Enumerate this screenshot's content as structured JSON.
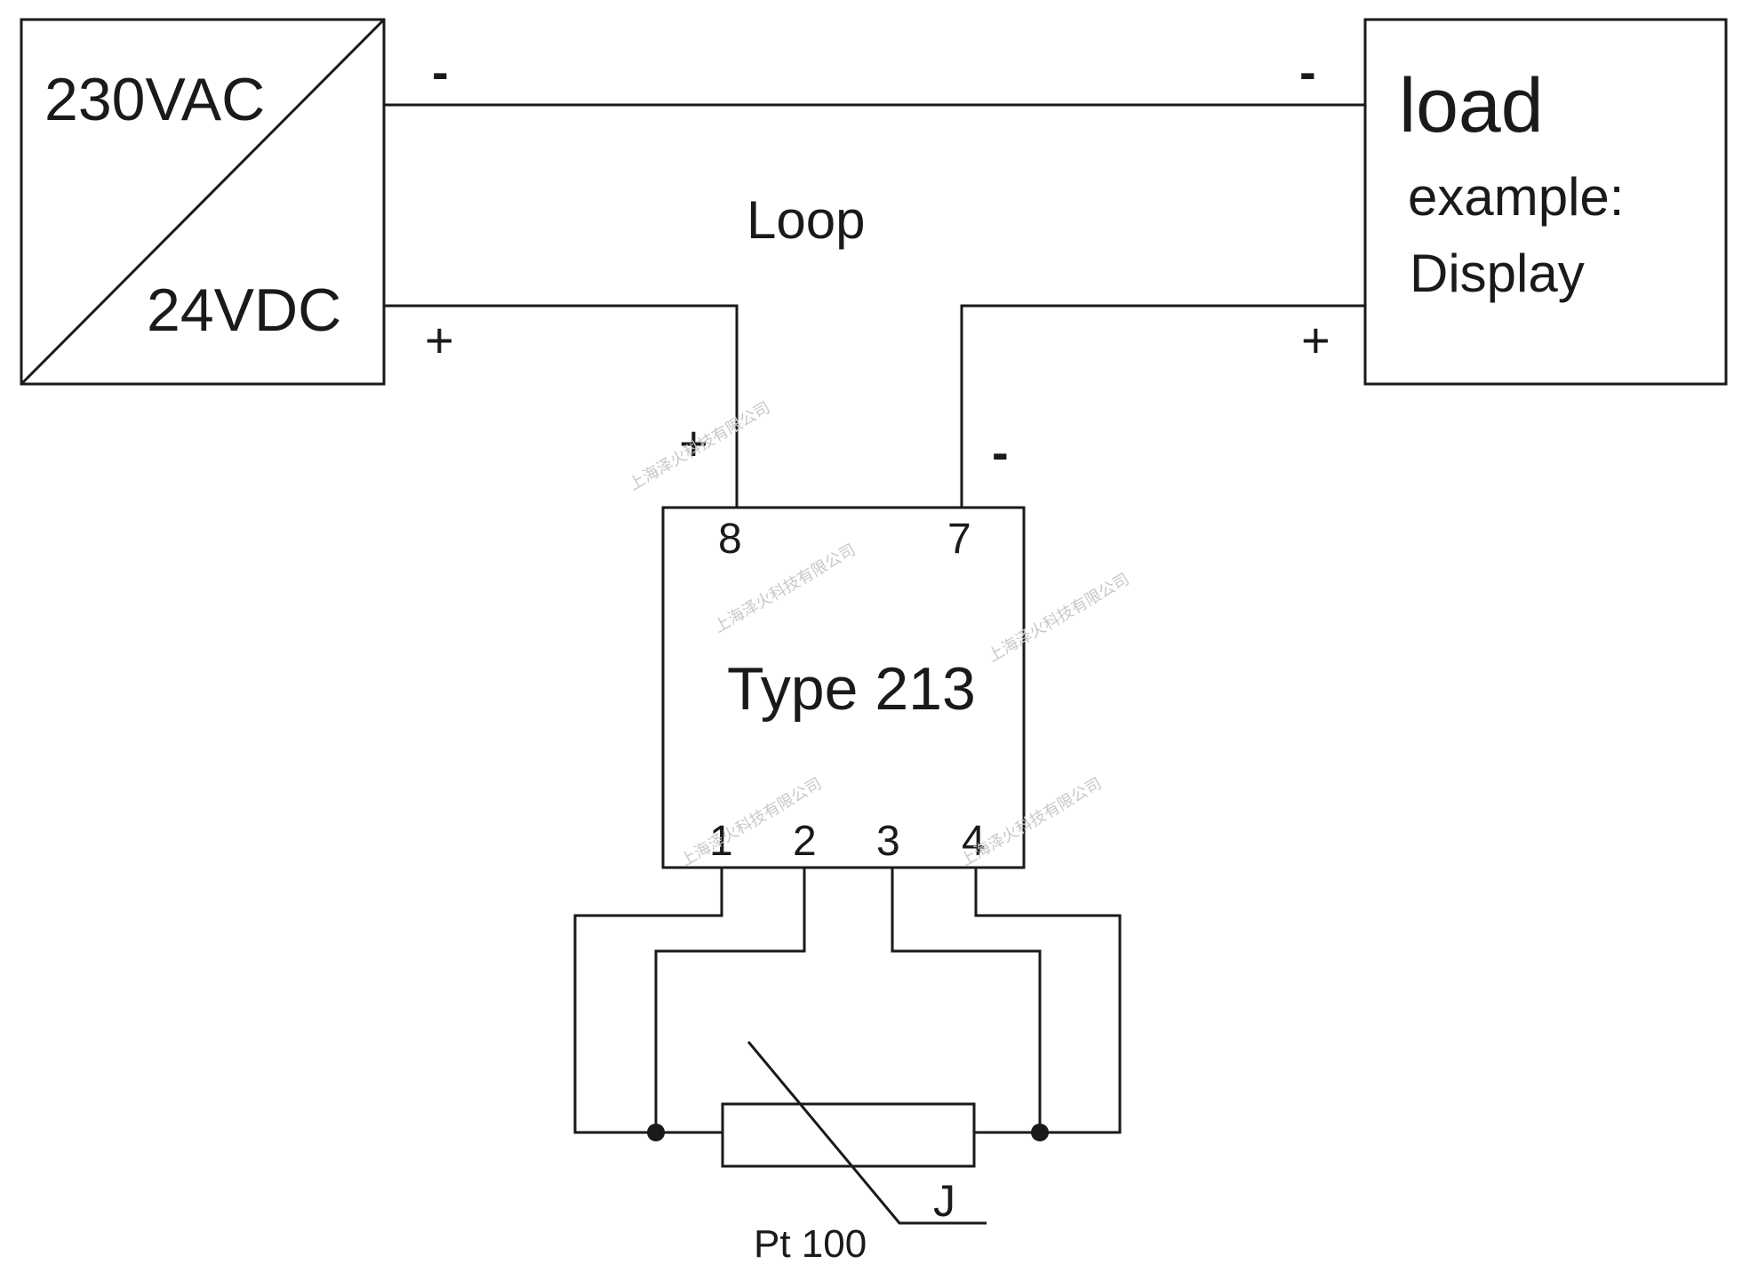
{
  "power_supply": {
    "input_label": "230VAC",
    "output_label": "24VDC",
    "minus_sign": "-",
    "plus_sign": "+"
  },
  "load": {
    "title": "load",
    "line1": "example:",
    "line2": "Display",
    "minus_sign": "-",
    "plus_sign": "+"
  },
  "loop_label": "Loop",
  "transmitter": {
    "name": "Type 213",
    "plus_sign": "+",
    "minus_sign": "-",
    "terminals": {
      "t8": "8",
      "t7": "7",
      "t1": "1",
      "t2": "2",
      "t3": "3",
      "t4": "4"
    }
  },
  "sensor": {
    "name": "Pt 100",
    "symbol": "J"
  },
  "watermark": "上海泽火科技有限公司"
}
